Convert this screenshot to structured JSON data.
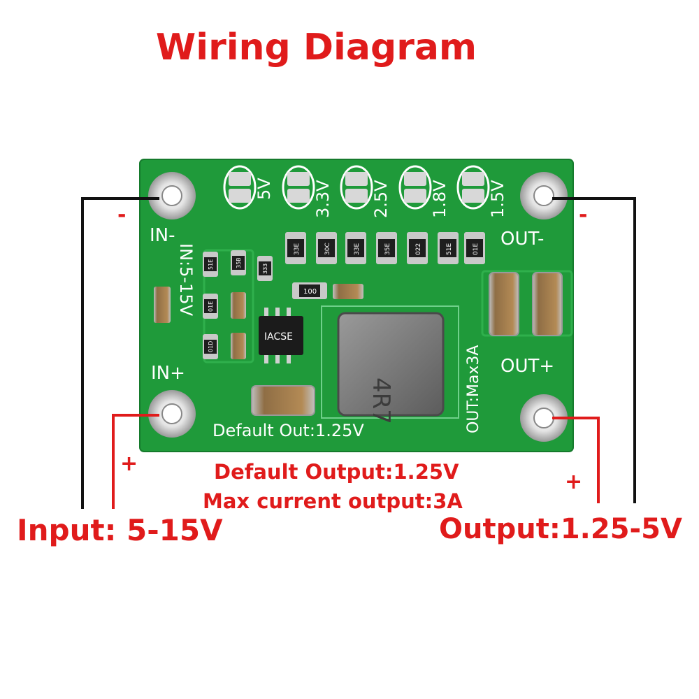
{
  "title": "Wiring Diagram",
  "board": {
    "voltage_pads": [
      "5V",
      "3.3V",
      "2.5V",
      "1.8V",
      "1.5V"
    ],
    "in_minus": "IN-",
    "in_plus": "IN+",
    "in_range": "IN:5-15V",
    "out_minus": "OUT-",
    "out_plus": "OUT+",
    "out_max": "OUT:Max3A",
    "default_out": "Default  Out:1.25V",
    "ic_marking": "IACSE",
    "inductor_marking": "4R7",
    "resistor_codes": [
      "33E",
      "30C",
      "33E",
      "35E",
      "022",
      "51E",
      "01E"
    ],
    "left_resistor_codes": [
      "51E",
      "35B",
      "333",
      "01E",
      "01D"
    ],
    "small_resistor": "100"
  },
  "input": {
    "minus": "-",
    "plus": "+",
    "label": "Input: 5-15V"
  },
  "output": {
    "minus": "-",
    "plus": "+",
    "label": "Output:1.25-5V"
  },
  "notes": {
    "default_output": "Default Output:1.25V",
    "max_current": "Max current output:3A"
  },
  "colors": {
    "pcb": "#1f9a3a",
    "red": "#e01b1b",
    "wire_black": "#111111",
    "wire_red": "#e01b1b"
  }
}
